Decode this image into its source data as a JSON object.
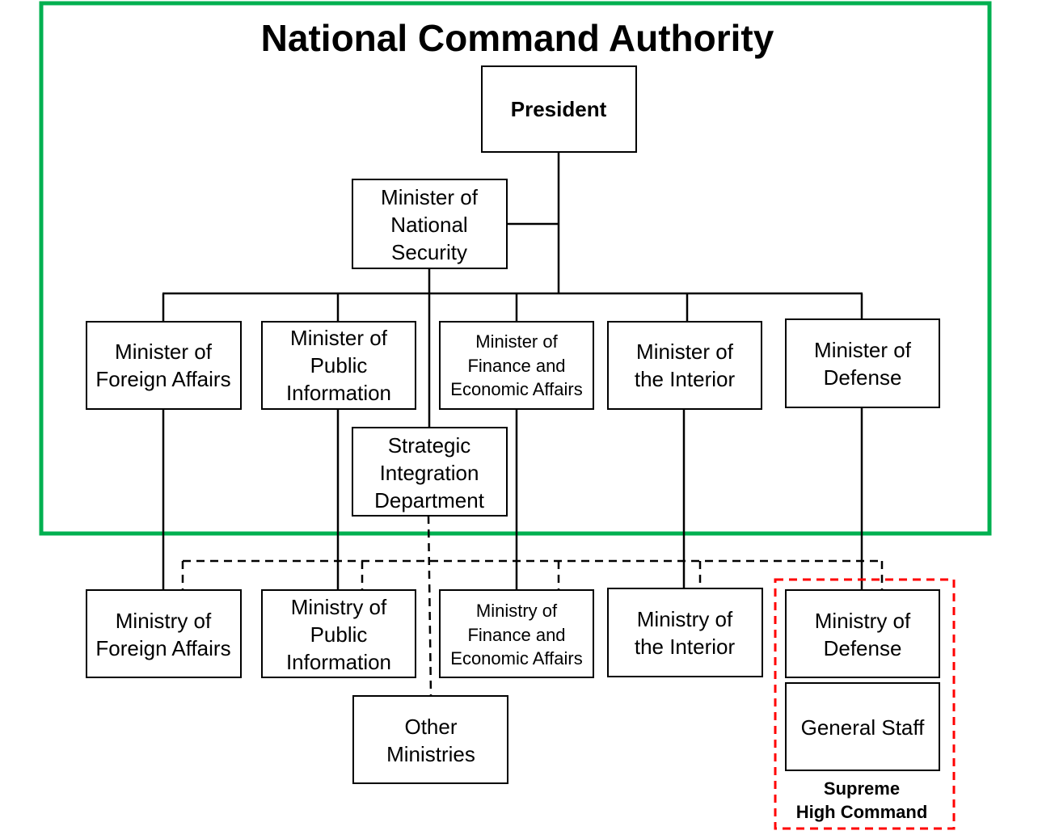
{
  "title": "National Command Authority",
  "colors": {
    "authority_border": "#00b050",
    "supreme_border": "#ff0000"
  },
  "president": "President",
  "national_security": [
    "Minister of",
    "National",
    "Security"
  ],
  "strategic": [
    "Strategic",
    "Integration",
    "Department"
  ],
  "ministers": [
    [
      "Minister of",
      "Foreign Affairs"
    ],
    [
      "Minister of",
      "Public",
      "Information"
    ],
    [
      "Minister of",
      "Finance and",
      "Economic Affairs"
    ],
    [
      "Minister of",
      "the Interior"
    ],
    [
      "Minister of",
      "Defense"
    ]
  ],
  "ministries": [
    [
      "Ministry of",
      "Foreign Affairs"
    ],
    [
      "Ministry of",
      "Public",
      "Information"
    ],
    [
      "Ministry of",
      "Finance and",
      "Economic Affairs"
    ],
    [
      "Ministry of",
      "the Interior"
    ],
    [
      "Ministry of",
      "Defense"
    ]
  ],
  "other": [
    "Other",
    "Ministries"
  ],
  "general_staff": "General Staff",
  "supreme": [
    "Supreme",
    "High Command"
  ]
}
